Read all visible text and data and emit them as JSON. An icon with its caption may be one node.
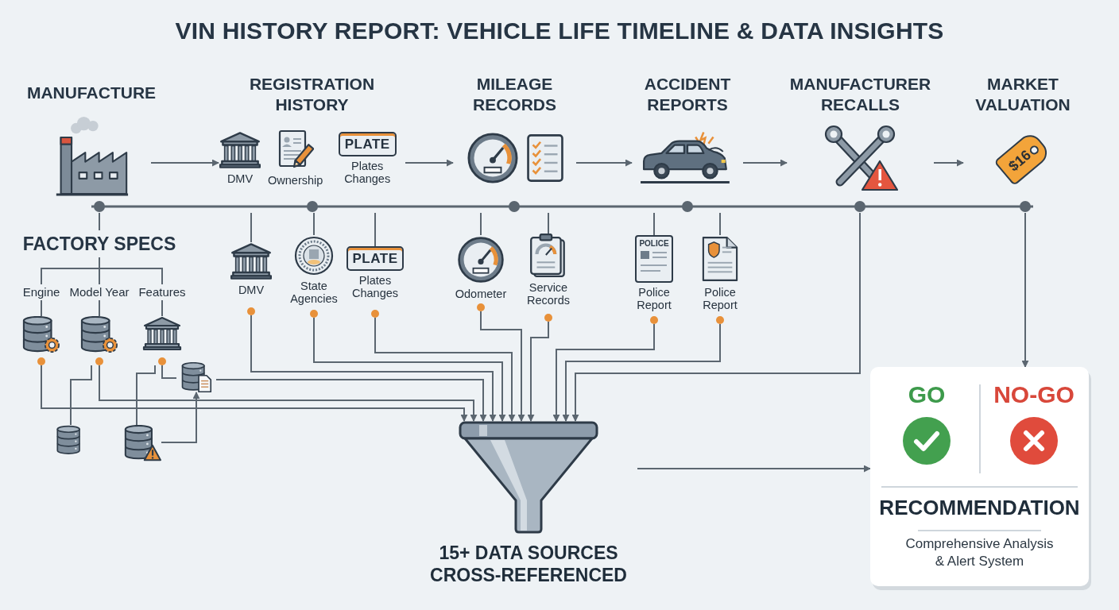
{
  "diagram": {
    "title": "VIN HISTORY REPORT: VEHICLE LIFE TIMELINE & DATA INSIGHTS",
    "nodes": [
      {
        "text": [
          "MANUFACTURE"
        ]
      },
      {
        "text": [
          "REGISTRATION HISTORY",
          "DMV",
          "Ownership",
          "PLATE",
          "Plates Changes"
        ]
      },
      {
        "text": [
          "MILEAGE RECORDS"
        ]
      },
      {
        "text": [
          "ACCIDENT REPORTS"
        ]
      },
      {
        "text": [
          "MANUFACTURER RECALLS"
        ]
      },
      {
        "text": [
          "MARKET VALUATION",
          "$16"
        ]
      },
      {
        "text": [],
        "shape": "bar"
      },
      {
        "text": [
          "FACTORY SPECS"
        ]
      },
      {
        "text": [
          "Engine"
        ]
      },
      {
        "text": [
          "Model Year"
        ]
      },
      {
        "text": [
          "Features"
        ]
      },
      {
        "text": [],
        "shape": "cylinder"
      },
      {
        "text": [],
        "shape": "cylinder"
      },
      {
        "text": [],
        "shape": "picture"
      },
      {
        "text": [],
        "shape": "cylinder"
      },
      {
        "text": [],
        "shape": "cylinder"
      },
      {
        "text": [],
        "shape": "cylinder"
      },
      {
        "text": [
          "DMV"
        ]
      },
      {
        "text": [
          "State Agencies"
        ]
      },
      {
        "text": [
          "PLATE",
          "Plates Changes"
        ]
      },
      {
        "text": [
          "Odometer"
        ]
      },
      {
        "text": [
          "Service Records"
        ]
      },
      {
        "text": [
          "POLICE",
          "Police Report"
        ]
      },
      {
        "text": [
          "Police Report"
        ]
      },
      {
        "text": [
          "15+ DATA SOURCES CROSS-REFERENCED"
        ]
      },
      {
        "text": [
          "RECOMMENDATION",
          "Comprehensive Analysis & Alert System"
        ]
      },
      {
        "text": [
          "GO"
        ],
        "in": 25
      },
      {
        "text": [
          "NO-GO"
        ],
        "in": 25
      }
    ],
    "edges": [
      {
        "from": 0,
        "to": 1,
        "arrow": "to"
      },
      {
        "from": 1,
        "to": 2,
        "arrow": "to"
      },
      {
        "from": 2,
        "to": 3,
        "arrow": "to"
      },
      {
        "from": 3,
        "to": 4,
        "arrow": "to"
      },
      {
        "from": 4,
        "to": 5,
        "arrow": "to"
      },
      {
        "from": 6,
        "to": 7,
        "arrow": "none"
      },
      {
        "from": 7,
        "to": 8,
        "arrow": "none"
      },
      {
        "from": 7,
        "to": 9,
        "arrow": "none"
      },
      {
        "from": 7,
        "to": 10,
        "arrow": "none"
      },
      {
        "from": 8,
        "to": 11,
        "arrow": "none"
      },
      {
        "from": 9,
        "to": 12,
        "arrow": "none"
      },
      {
        "from": 10,
        "to": 13,
        "arrow": "none"
      },
      {
        "from": 6,
        "to": 17,
        "arrow": "none"
      },
      {
        "from": 6,
        "to": 18,
        "arrow": "none"
      },
      {
        "from": 6,
        "to": 19,
        "arrow": "none"
      },
      {
        "from": 6,
        "to": 20,
        "arrow": "none"
      },
      {
        "from": 6,
        "to": 21,
        "arrow": "none"
      },
      {
        "from": 6,
        "to": 22,
        "arrow": "none"
      },
      {
        "from": 6,
        "to": 23,
        "arrow": "none"
      },
      {
        "from": 6,
        "to": 24,
        "arrow": "to"
      },
      {
        "from": 6,
        "to": 25,
        "arrow": "to"
      },
      {
        "from": 11,
        "to": 24,
        "arrow": "to"
      },
      {
        "from": 12,
        "to": 24,
        "arrow": "to"
      },
      {
        "from": 13,
        "to": 14,
        "arrow": "none"
      },
      {
        "from": 15,
        "to": 12,
        "arrow": "none"
      },
      {
        "from": 16,
        "to": 13,
        "arrow": "none"
      },
      {
        "from": 16,
        "to": 14,
        "arrow": "to"
      },
      {
        "from": 14,
        "to": 24,
        "arrow": "to"
      },
      {
        "from": 17,
        "to": 24,
        "arrow": "to"
      },
      {
        "from": 18,
        "to": 24,
        "arrow": "to"
      },
      {
        "from": 19,
        "to": 24,
        "arrow": "to"
      },
      {
        "from": 20,
        "to": 24,
        "arrow": "to"
      },
      {
        "from": 21,
        "to": 24,
        "arrow": "to"
      },
      {
        "from": 22,
        "to": 24,
        "arrow": "to"
      },
      {
        "from": 23,
        "to": 24,
        "arrow": "to"
      },
      {
        "from": 24,
        "to": 25,
        "arrow": "to"
      }
    ]
  }
}
